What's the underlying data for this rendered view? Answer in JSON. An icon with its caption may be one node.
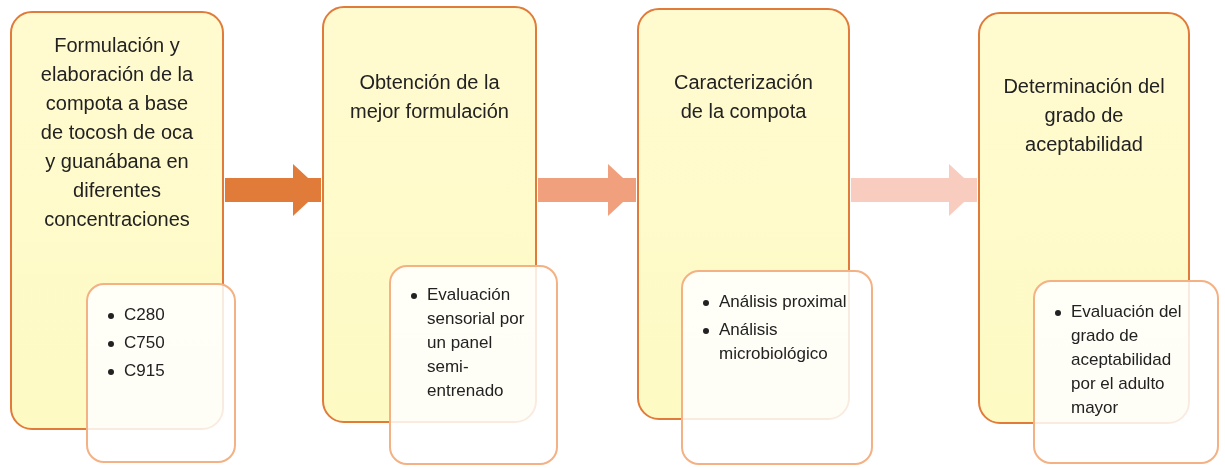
{
  "diagram": {
    "nodes": [
      {
        "text": [
          "Formulación y elaboración de la compota a base de tocosh de oca y guanábana en diferentes concentraciones"
        ]
      },
      {
        "text": [
          "C280",
          "C750",
          "C915"
        ]
      },
      {
        "text": [
          "Obtención de la mejor formulación"
        ]
      },
      {
        "text": [
          "Evaluación sensorial por un panel semi-entrenado"
        ]
      },
      {
        "text": [
          "Caracterización de la compota"
        ]
      },
      {
        "text": [
          "Análisis proximal",
          "Análisis microbiológico"
        ]
      },
      {
        "text": [
          "Determinación del grado de aceptabilidad"
        ]
      },
      {
        "text": [
          "Evaluación del grado de aceptabilidad por el adulto mayor"
        ]
      }
    ],
    "edges": [
      {
        "from": 0,
        "to": 2,
        "arrow": "to",
        "color": "#e07b39"
      },
      {
        "from": 2,
        "to": 4,
        "arrow": "to",
        "color": "#f0a07c"
      },
      {
        "from": 4,
        "to": 6,
        "arrow": "to",
        "color": "#f8cdbf"
      }
    ]
  }
}
